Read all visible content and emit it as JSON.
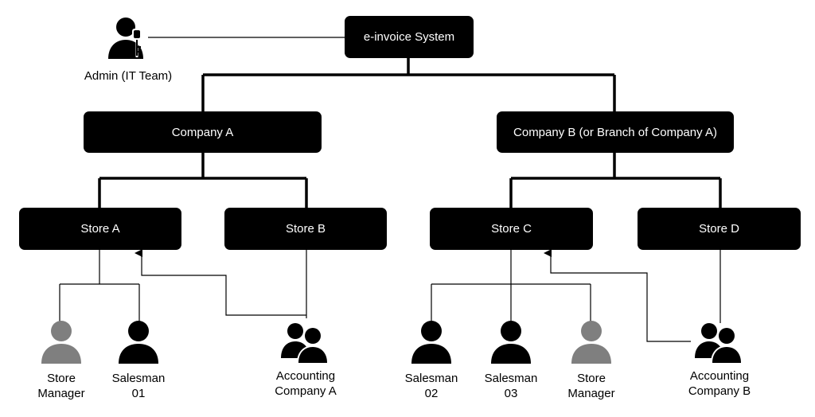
{
  "system": {
    "label": "e-invoice System"
  },
  "admin": {
    "label": "Admin (IT Team)",
    "icon": "admin-with-key-icon"
  },
  "companies": [
    {
      "label": "Company A"
    },
    {
      "label": "Company B (or Branch of Company A)"
    }
  ],
  "stores": [
    {
      "label": "Store A"
    },
    {
      "label": "Store B"
    },
    {
      "label": "Store C"
    },
    {
      "label": "Store D"
    }
  ],
  "people": [
    {
      "line1": "Store",
      "line2": "Manager",
      "icon": "person-icon",
      "color": "#7f7f7f"
    },
    {
      "line1": "Salesman",
      "line2": "01",
      "icon": "person-icon",
      "color": "#000000"
    },
    {
      "line1": "Accounting",
      "line2": "Company A",
      "icon": "group-icon",
      "color": "#000000"
    },
    {
      "line1": "Salesman",
      "line2": "02",
      "icon": "person-icon",
      "color": "#000000"
    },
    {
      "line1": "Salesman",
      "line2": "03",
      "icon": "person-icon",
      "color": "#000000"
    },
    {
      "line1": "Store",
      "line2": "Manager",
      "icon": "person-icon",
      "color": "#7f7f7f"
    },
    {
      "line1": "Accounting",
      "line2": "Company B",
      "icon": "group-icon",
      "color": "#000000"
    }
  ]
}
